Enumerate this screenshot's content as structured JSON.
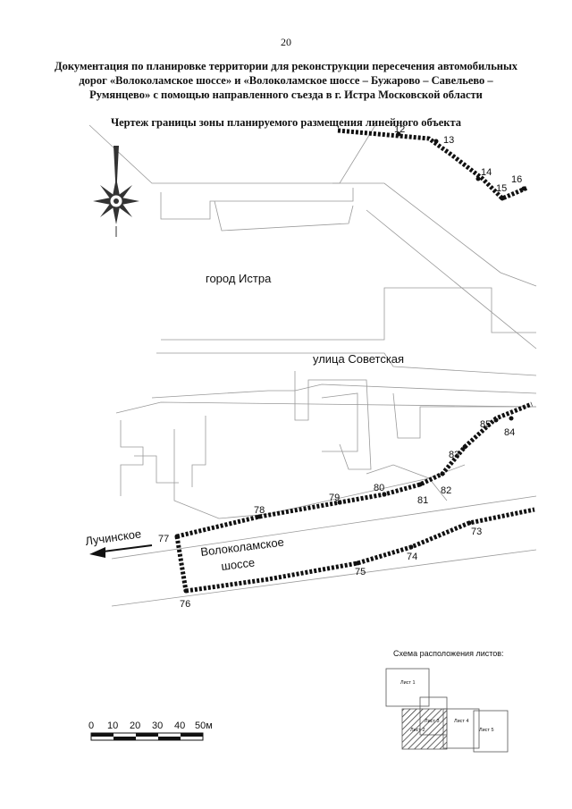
{
  "page_number": "20",
  "title": "Документация по планировке территории для реконструкции пересечения автомобильных дорог «Волоколамское шоссе» и «Волоколамское шоссе – Бужарово – Савельево – Румянцево» с помощью направленного съезда в г. Истра Московской области",
  "drawing_title": "Чертеж границы зоны планируемого размещения линейного объекта",
  "labels": {
    "city": "город Истра",
    "street": "улица Советская",
    "road1": "Волоколамское",
    "road2": "шоссе",
    "direction": "Лучинское"
  },
  "points": {
    "p12": "12",
    "p13": "13",
    "p14": "14",
    "p15": "15",
    "p16": "16",
    "p73": "73",
    "p74": "74",
    "p75": "75",
    "p76": "76",
    "p77": "77",
    "p78": "78",
    "p79": "79",
    "p80": "80",
    "p81": "81",
    "p82": "82",
    "p83": "83",
    "p84": "84",
    "p85": "85"
  },
  "scale_bar": {
    "ticks": [
      "0",
      "10",
      "20",
      "30",
      "40",
      "50м"
    ]
  },
  "sheet_scheme": {
    "title": "Схема расположения листов:",
    "sheets": [
      "Лист 1",
      "Лист 2",
      "Лист 3",
      "Лист 4",
      "Лист 5"
    ]
  }
}
